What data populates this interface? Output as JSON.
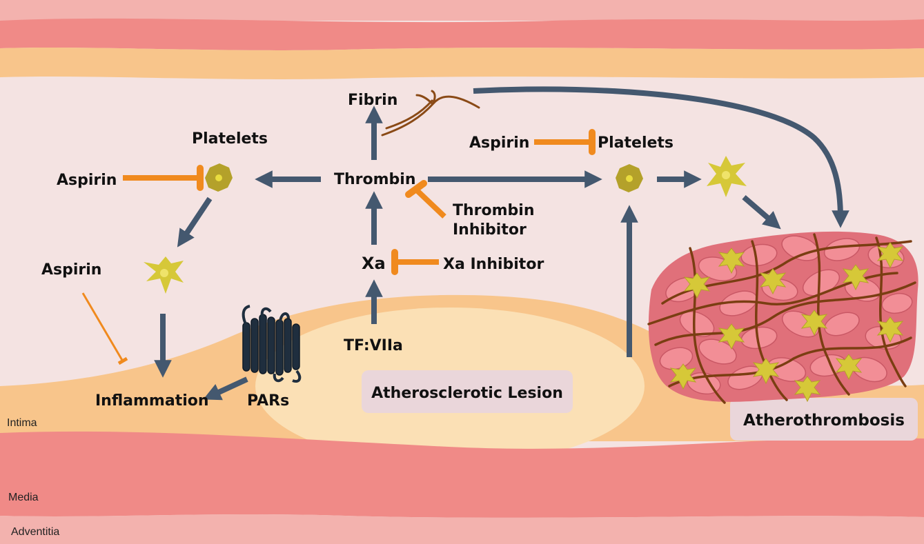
{
  "labels": {
    "fibrin": "Fibrin",
    "platelets_left": "Platelets",
    "platelets_right": "Platelets",
    "aspirin_left": "Aspirin",
    "aspirin_right": "Aspirin",
    "aspirin_lower": "Aspirin",
    "thrombin": "Thrombin",
    "thrombin_inhibitor_line1": "Thrombin",
    "thrombin_inhibitor_line2": "Inhibitor",
    "xa": "Xa",
    "xa_inhibitor": "Xa Inhibitor",
    "tf_viia": "TF:VIIa",
    "inflammation": "Inflammation",
    "pars": "PARs",
    "lesion": "Atherosclerotic Lesion",
    "atherothrombosis": "Atherothrombosis"
  },
  "layers": {
    "intima": "Intima",
    "media": "Media",
    "adventitia": "Adventitia"
  },
  "colors": {
    "lumen": "#f4e3e2",
    "vessel_wall_red": "#f08a87",
    "vessel_wall_pink": "#f3b2ae",
    "intima_peach": "#f8c58b",
    "lesion_fill": "#fbe0b5",
    "arrow_slate": "#44586f",
    "inhibitor_orange": "#f08a1e",
    "platelet_olive": "#b4a12a",
    "platelet_yellow": "#e9dc3f",
    "clot_pink": "#ec7f86",
    "fibrin_brown": "#8a4a16",
    "label_box": "#ead6da"
  }
}
